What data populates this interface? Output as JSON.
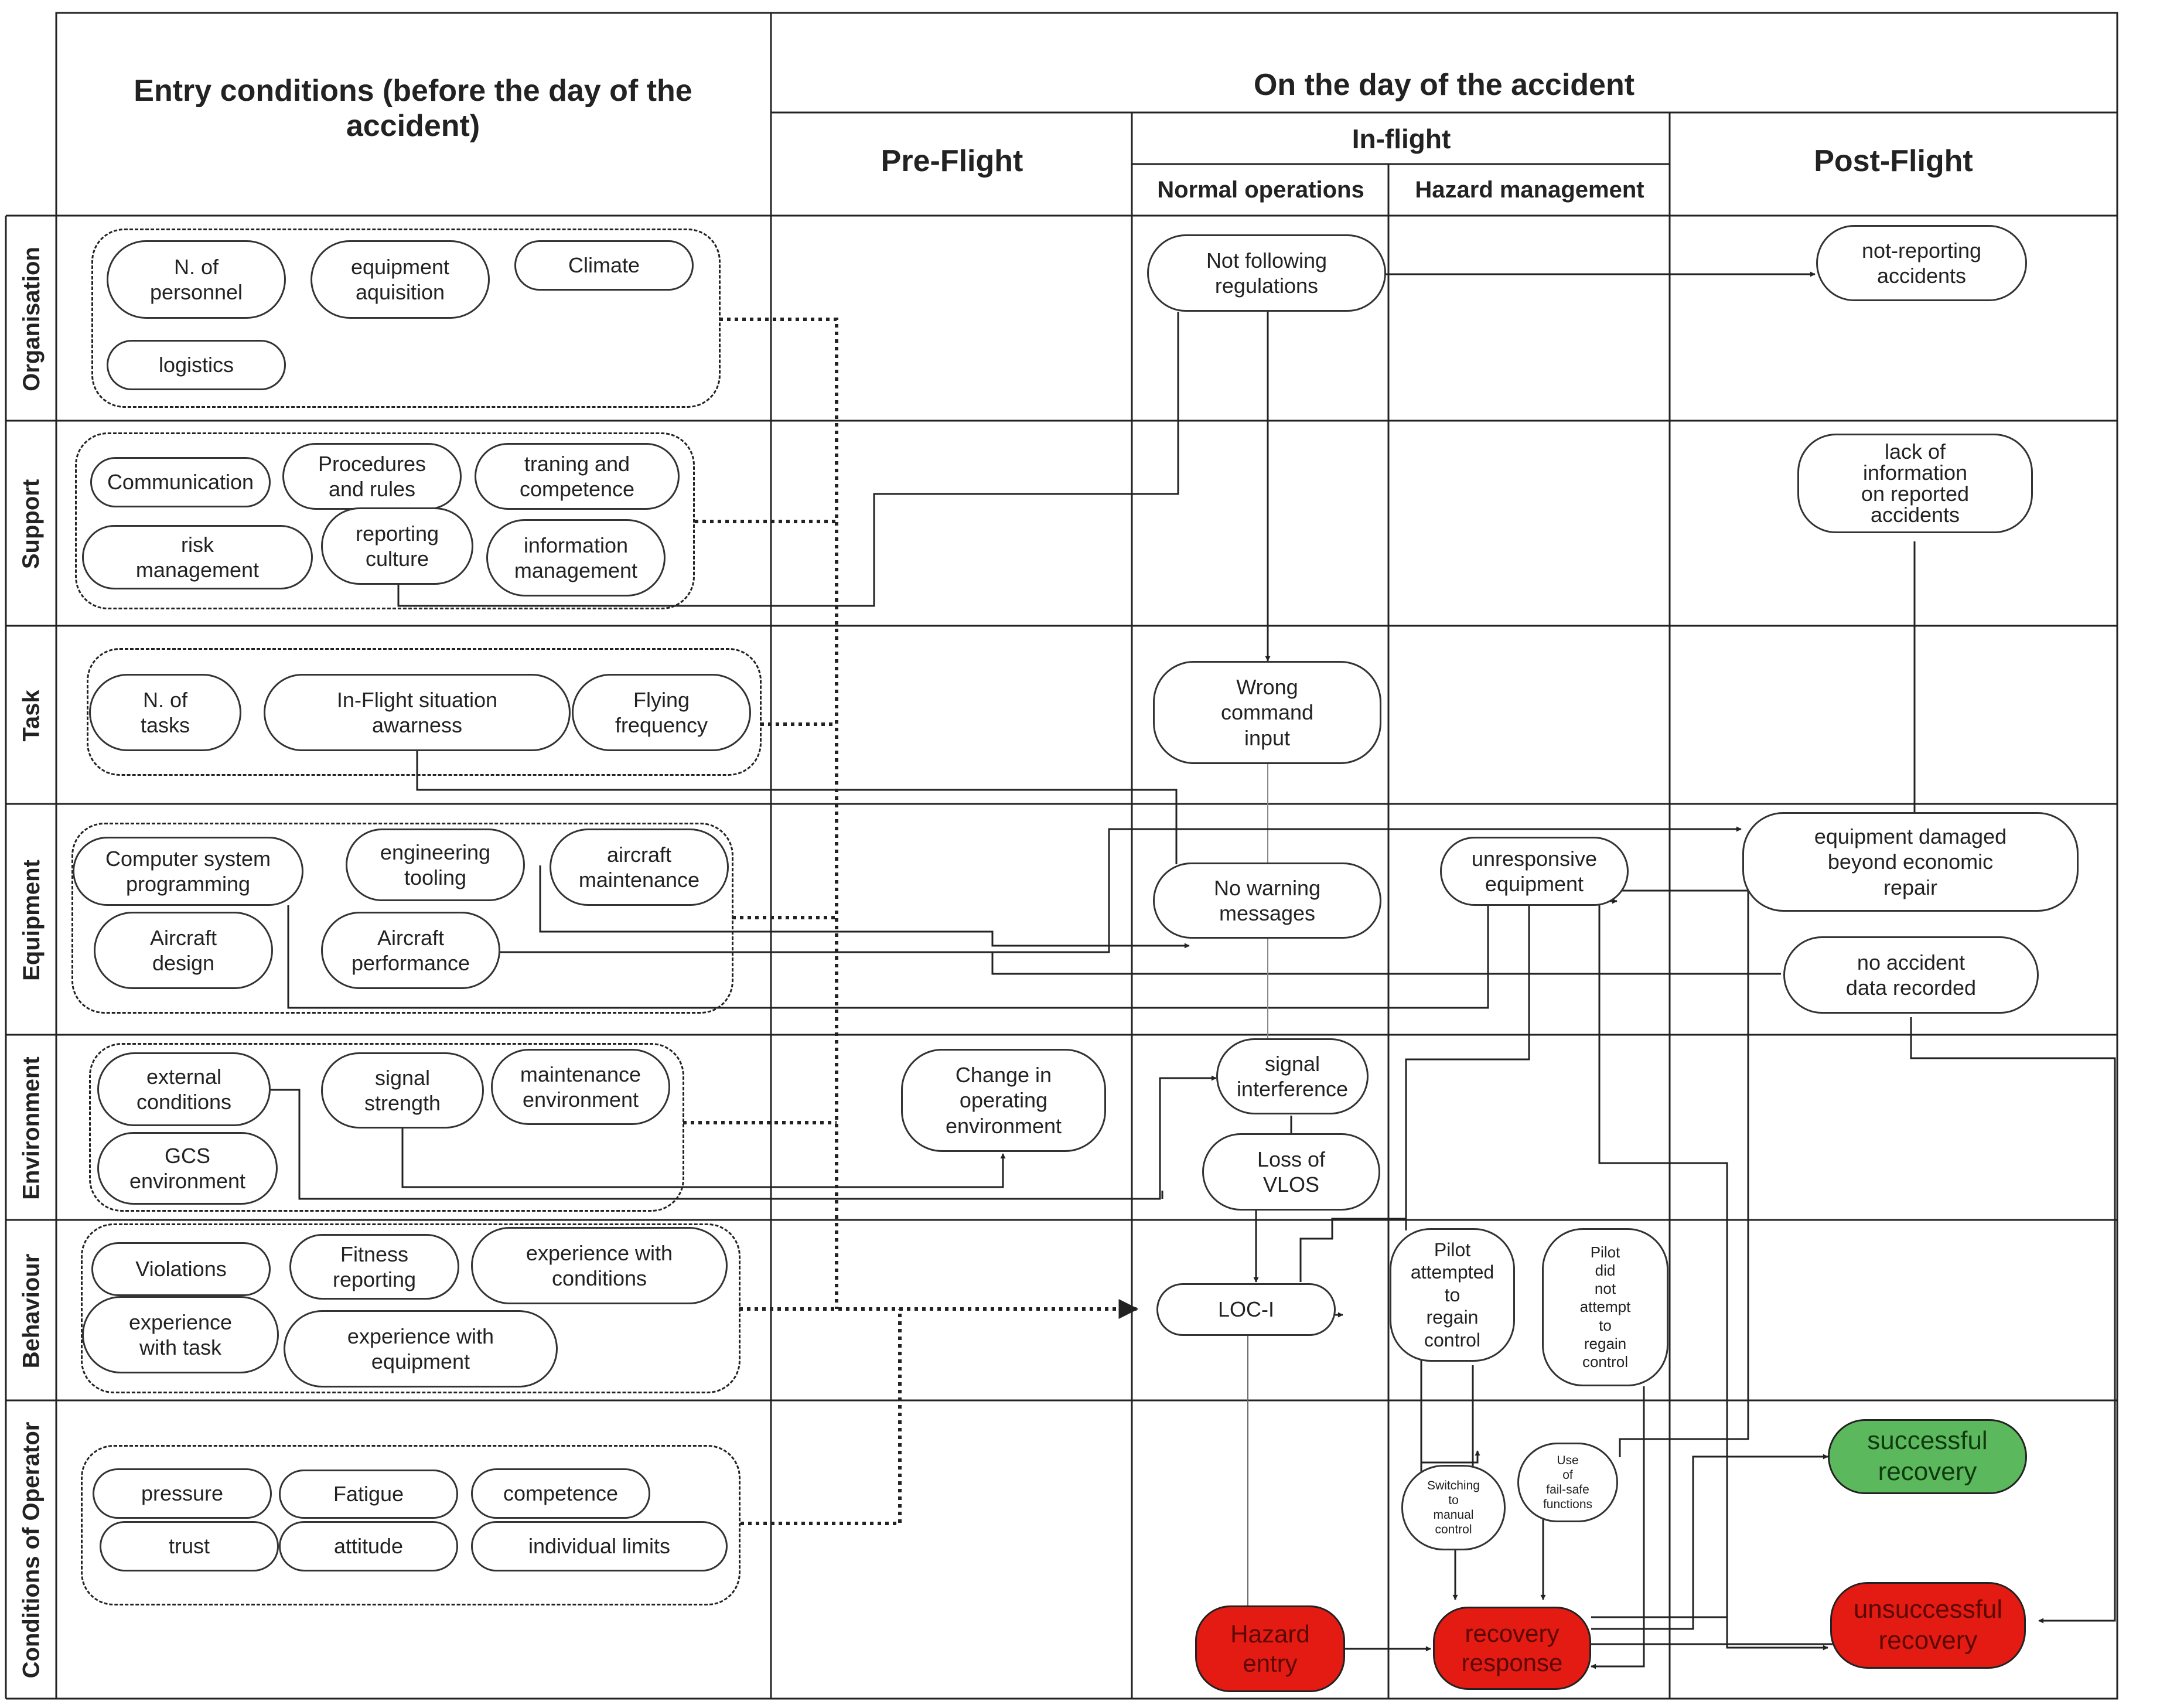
{
  "headers": {
    "entry_conditions": "Entry conditions (before the day of the accident)",
    "day_of_accident": "On the day of the accident",
    "pre_flight": "Pre-Flight",
    "in_flight": "In-flight",
    "normal_operations": "Normal operations",
    "hazard_management": "Hazard management",
    "post_flight": "Post-Flight"
  },
  "rows": {
    "organisation": "Organisation",
    "support": "Support",
    "task": "Task",
    "equipment": "Equipment",
    "environment": "Environment",
    "behaviour": "Behaviour",
    "conditions_of_operator": "Conditions of Operator"
  },
  "entry": {
    "n_personnel": "N. of\npersonnel",
    "equipment_acquisition": "equipment\naquisition",
    "climate": "Climate",
    "logistics": "logistics",
    "communication": "Communication",
    "procedures_rules": "Procedures\nand rules",
    "training_competence": "traning and\ncompetence",
    "risk_management": "risk\nmanagement",
    "reporting_culture": "reporting\nculture",
    "information_management": "information\nmanagement",
    "n_tasks": "N. of\ntasks",
    "situation_awareness": "In-Flight situation\nawarness",
    "flying_frequency": "Flying\nfrequency",
    "computer_programming": "Computer system\nprogramming",
    "engineering_tooling": "engineering\ntooling",
    "aircraft_maintenance": "aircraft\nmaintenance",
    "aircraft_design": "Aircraft\ndesign",
    "aircraft_performance": "Aircraft\nperformance",
    "external_conditions": "external\nconditions",
    "signal_strength": "signal\nstrength",
    "maintenance_environment": "maintenance\nenvironment",
    "gcs_environment": "GCS\nenvironment",
    "violations": "Violations",
    "fitness_reporting": "Fitness\nreporting",
    "experience_conditions": "experience with\nconditions",
    "experience_task": "experience\nwith task",
    "experience_equipment": "experience with\nequipment",
    "pressure": "pressure",
    "fatigue": "Fatigue",
    "competence": "competence",
    "trust": "trust",
    "attitude": "attitude",
    "individual_limits": "individual limits"
  },
  "day": {
    "change_operating_env": "Change in\noperating\nenvironment",
    "not_following_regulations": "Not following\nregulations",
    "wrong_command_input": "Wrong\ncommand\ninput",
    "no_warning_messages": "No warning\nmessages",
    "signal_interference": "signal\ninterference",
    "loss_of_vlos": "Loss of\nVLOS",
    "loc_i": "LOC-I",
    "hazard_entry": "Hazard\nentry",
    "unresponsive_equipment": "unresponsive\nequipment",
    "pilot_attempted": "Pilot\nattempted\nto\nregain\ncontrol",
    "pilot_did_not_attempt": "Pilot\ndid\nnot\nattempt\nto\nregain\ncontrol",
    "switching_manual": "Switching\nto\nmanual\ncontrol",
    "failsafe": "Use\nof\nfail-safe\nfunctions",
    "recovery_response": "recovery\nresponse",
    "not_reporting": "not-reporting\naccidents",
    "lack_of_information": "lack of\ninformation\non reported\naccidents",
    "equipment_damaged": "equipment damaged\nbeyond economic\nrepair",
    "no_accident_data": "no accident\ndata recorded",
    "successful_recovery": "successful\nrecovery",
    "unsuccessful_recovery": "unsuccessful\nrecovery"
  },
  "colors": {
    "line": "#222222",
    "hazard_red": "#e31b12",
    "success_green": "#5cb85c"
  }
}
